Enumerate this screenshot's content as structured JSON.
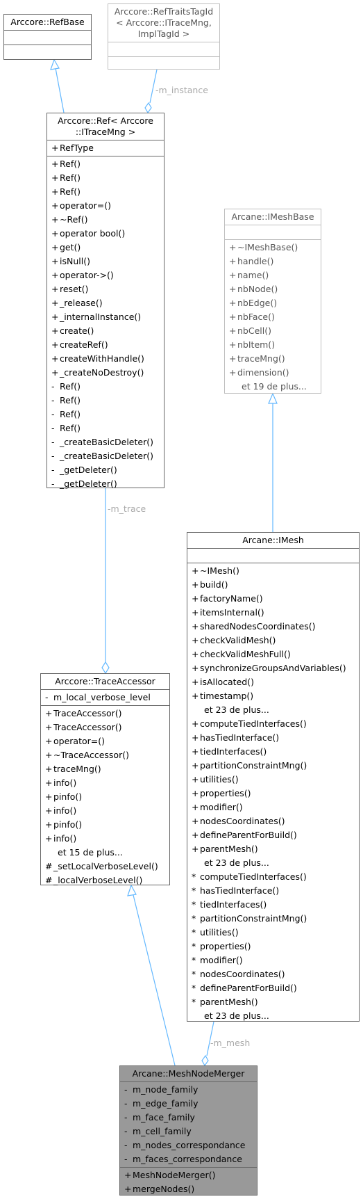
{
  "colors": {
    "edge": "#63b8ff",
    "border": "#666666",
    "ghost_border": "#bfbfbf",
    "focus_fill": "#999999",
    "edge_label": "#aaaaaa"
  },
  "nodes": {
    "refbase": {
      "title": [
        "Arccore::RefBase"
      ],
      "attributes": [],
      "methods": []
    },
    "reftraits": {
      "title": [
        "Arccore::RefTraitsTagId",
        "< Arccore::ITraceMng,",
        "ImplTagId >"
      ],
      "attributes": [],
      "methods": []
    },
    "ref": {
      "title": [
        "Arccore::Ref< Arccore",
        "::ITraceMng >"
      ],
      "attributes": [
        {
          "v": "+",
          "t": "RefType"
        }
      ],
      "methods": [
        {
          "v": "+",
          "t": "Ref()"
        },
        {
          "v": "+",
          "t": "Ref()"
        },
        {
          "v": "+",
          "t": "Ref()"
        },
        {
          "v": "+",
          "t": "operator=()"
        },
        {
          "v": "+",
          "t": "~Ref()"
        },
        {
          "v": "+",
          "t": "operator bool()"
        },
        {
          "v": "+",
          "t": "get()"
        },
        {
          "v": "+",
          "t": "isNull()"
        },
        {
          "v": "+",
          "t": "operator->()"
        },
        {
          "v": "+",
          "t": "reset()"
        },
        {
          "v": "+",
          "t": "_release()"
        },
        {
          "v": "+",
          "t": "_internalInstance()"
        },
        {
          "v": "+",
          "t": "create()"
        },
        {
          "v": "+",
          "t": "createRef()"
        },
        {
          "v": "+",
          "t": "createWithHandle()"
        },
        {
          "v": "+",
          "t": "_createNoDestroy()"
        },
        {
          "v": "-",
          "t": "Ref()"
        },
        {
          "v": "-",
          "t": "Ref()"
        },
        {
          "v": "-",
          "t": "Ref()"
        },
        {
          "v": "-",
          "t": "Ref()"
        },
        {
          "v": "-",
          "t": "_createBasicDeleter()"
        },
        {
          "v": "-",
          "t": "_createBasicDeleter()"
        },
        {
          "v": "-",
          "t": "_getDeleter()"
        },
        {
          "v": "-",
          "t": "_getDeleter()"
        }
      ]
    },
    "imeshbase": {
      "title": [
        "Arcane::IMeshBase"
      ],
      "attributes": [],
      "methods": [
        {
          "v": "+",
          "t": "~IMeshBase()"
        },
        {
          "v": "+",
          "t": "handle()"
        },
        {
          "v": "+",
          "t": "name()"
        },
        {
          "v": "+",
          "t": "nbNode()"
        },
        {
          "v": "+",
          "t": "nbEdge()"
        },
        {
          "v": "+",
          "t": "nbFace()"
        },
        {
          "v": "+",
          "t": "nbCell()"
        },
        {
          "v": "+",
          "t": "nbItem()"
        },
        {
          "v": "+",
          "t": "traceMng()"
        },
        {
          "v": "+",
          "t": "dimension()"
        },
        {
          "v": "",
          "t": "et 19 de plus..."
        }
      ]
    },
    "imesh": {
      "title": [
        "Arcane::IMesh"
      ],
      "attributes": [],
      "methods": [
        {
          "v": "+",
          "t": "~IMesh()"
        },
        {
          "v": "+",
          "t": "build()"
        },
        {
          "v": "+",
          "t": "factoryName()"
        },
        {
          "v": "+",
          "t": "itemsInternal()"
        },
        {
          "v": "+",
          "t": "sharedNodesCoordinates()"
        },
        {
          "v": "+",
          "t": "checkValidMesh()"
        },
        {
          "v": "+",
          "t": "checkValidMeshFull()"
        },
        {
          "v": "+",
          "t": "synchronizeGroupsAndVariables()"
        },
        {
          "v": "+",
          "t": "isAllocated()"
        },
        {
          "v": "+",
          "t": "timestamp()"
        },
        {
          "v": "",
          "t": "et 23 de plus..."
        },
        {
          "v": "+",
          "t": "computeTiedInterfaces()"
        },
        {
          "v": "+",
          "t": "hasTiedInterface()"
        },
        {
          "v": "+",
          "t": "tiedInterfaces()"
        },
        {
          "v": "+",
          "t": "partitionConstraintMng()"
        },
        {
          "v": "+",
          "t": "utilities()"
        },
        {
          "v": "+",
          "t": "properties()"
        },
        {
          "v": "+",
          "t": "modifier()"
        },
        {
          "v": "+",
          "t": "nodesCoordinates()"
        },
        {
          "v": "+",
          "t": "defineParentForBuild()"
        },
        {
          "v": "+",
          "t": "parentMesh()"
        },
        {
          "v": "",
          "t": "et 23 de plus..."
        },
        {
          "v": "*",
          "t": "computeTiedInterfaces()"
        },
        {
          "v": "*",
          "t": "hasTiedInterface()"
        },
        {
          "v": "*",
          "t": "tiedInterfaces()"
        },
        {
          "v": "*",
          "t": "partitionConstraintMng()"
        },
        {
          "v": "*",
          "t": "utilities()"
        },
        {
          "v": "*",
          "t": "properties()"
        },
        {
          "v": "*",
          "t": "modifier()"
        },
        {
          "v": "*",
          "t": "nodesCoordinates()"
        },
        {
          "v": "*",
          "t": "defineParentForBuild()"
        },
        {
          "v": "*",
          "t": "parentMesh()"
        },
        {
          "v": "",
          "t": "et 23 de plus..."
        }
      ]
    },
    "trace": {
      "title": [
        "Arccore::TraceAccessor"
      ],
      "attributes": [
        {
          "v": "-",
          "t": "m_local_verbose_level"
        }
      ],
      "methods": [
        {
          "v": "+",
          "t": "TraceAccessor()"
        },
        {
          "v": "+",
          "t": "TraceAccessor()"
        },
        {
          "v": "+",
          "t": "operator=()"
        },
        {
          "v": "+",
          "t": "~TraceAccessor()"
        },
        {
          "v": "+",
          "t": "traceMng()"
        },
        {
          "v": "+",
          "t": "info()"
        },
        {
          "v": "+",
          "t": "pinfo()"
        },
        {
          "v": "+",
          "t": "info()"
        },
        {
          "v": "+",
          "t": "pinfo()"
        },
        {
          "v": "+",
          "t": "info()"
        },
        {
          "v": "",
          "t": "et 15 de plus..."
        },
        {
          "v": "#",
          "t": "_setLocalVerboseLevel()"
        },
        {
          "v": "#",
          "t": "_localVerboseLevel()"
        }
      ]
    },
    "merger": {
      "title": [
        "Arcane::MeshNodeMerger"
      ],
      "attributes": [
        {
          "v": "-",
          "t": "m_node_family"
        },
        {
          "v": "-",
          "t": "m_edge_family"
        },
        {
          "v": "-",
          "t": "m_face_family"
        },
        {
          "v": "-",
          "t": "m_cell_family"
        },
        {
          "v": "-",
          "t": "m_nodes_correspondance"
        },
        {
          "v": "-",
          "t": "m_faces_correspondance"
        }
      ],
      "methods": [
        {
          "v": "+",
          "t": "MeshNodeMerger()"
        },
        {
          "v": "+",
          "t": "mergeNodes()"
        }
      ]
    }
  },
  "edge_labels": {
    "m_instance": "-m_instance",
    "m_trace": "-m_trace",
    "m_mesh": "-m_mesh"
  }
}
